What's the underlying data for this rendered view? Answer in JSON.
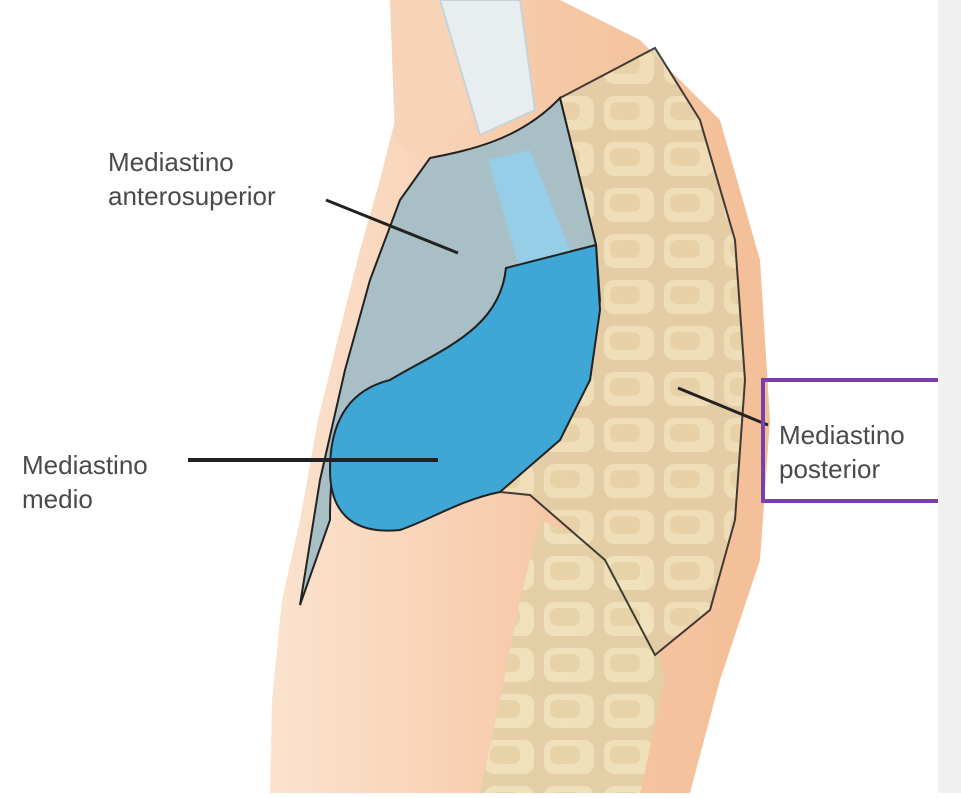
{
  "labels": {
    "anterosuperior": [
      "Mediastino",
      "anterosuperior"
    ],
    "medio": [
      "Mediastino",
      "medio"
    ],
    "posterior": [
      "Mediastino",
      "posterior"
    ]
  },
  "colors": {
    "skin": "#f6c8a6",
    "skin_light": "#fbe2cc",
    "anterosuperior_region": "#a9bfc6",
    "medio_region": "#3fa7d6",
    "posterior_region": "#d9c3a5",
    "bone": "#eadbb0",
    "highlight_box": "#7a3fa8",
    "leader_line": "#222222"
  }
}
